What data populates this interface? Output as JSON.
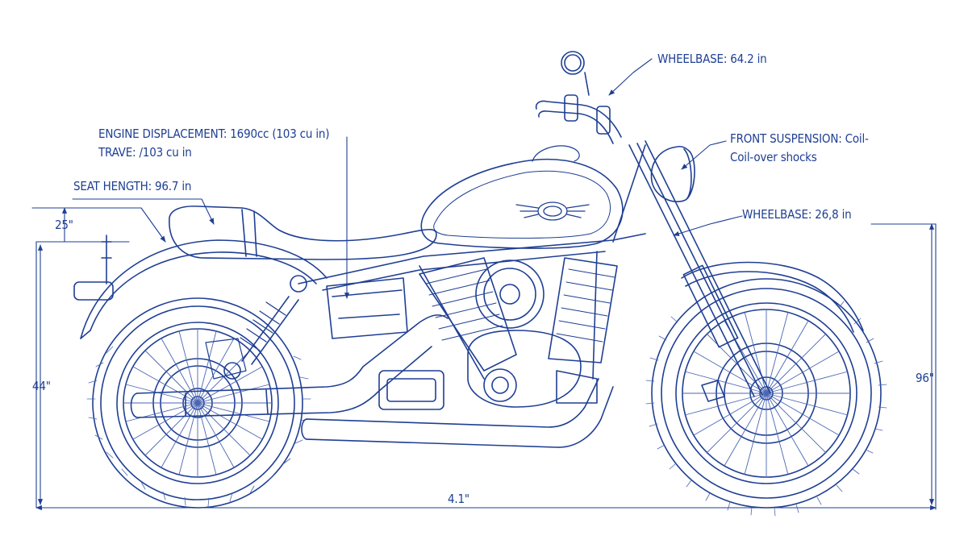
{
  "colors": {
    "ink": "#1f3f93",
    "ink_light": "#4a66b4",
    "background": "#ffffff"
  },
  "callouts": {
    "wheelbase_top": "WHEELBASE: 64.2 in",
    "engine_line1": "ENGINE DISPLACEMENT: 1690cc (103 cu in)",
    "engine_line2": "TRAVE: /103 cu in",
    "seat_height": "SEAT HENGTH: 96.7 in",
    "front_suspension_line1": "FRONT SUSPENSION: Coil-",
    "front_suspension_line2": "Coil-over shocks",
    "wheelbase_mid": "WHEELBASE: 26,8 in"
  },
  "dimensions": {
    "small_height": "25\"",
    "rear_height": "44\"",
    "front_height": "96\"",
    "length": "4.1\""
  },
  "icons": [
    "wing-tank-emblem-icon"
  ]
}
